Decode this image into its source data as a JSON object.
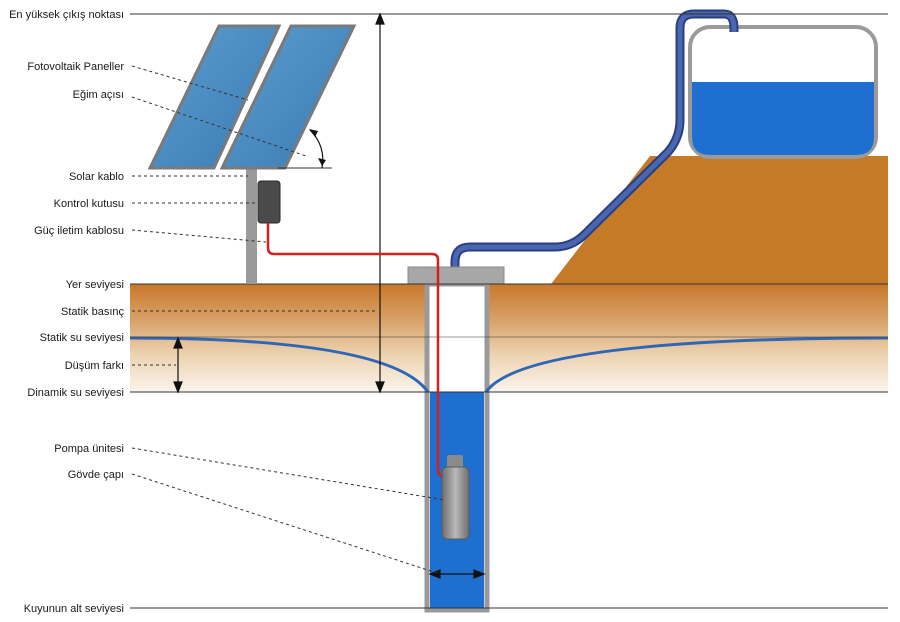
{
  "labels": {
    "highest_outlet": "En yüksek çıkış noktası",
    "pv_panels": "Fotovoltaik Paneller",
    "tilt_angle": "Eğim açısı",
    "solar_cable": "Solar kablo",
    "control_box": "Kontrol kutusu",
    "power_cable": "Güç iletim kablosu",
    "ground_level": "Yer seviyesi",
    "static_pressure": "Statik basınç",
    "static_water_level": "Statik su seviyesi",
    "drawdown": "Düşüm farkı",
    "dynamic_water_level": "Dinamik su seviyesi",
    "pump_unit": "Pompa ünitesi",
    "casing_diameter": "Gövde çapı",
    "well_bottom": "Kuyunun alt seviyesi"
  },
  "colors": {
    "soil": "#c8762a",
    "embankment": "#c47a26",
    "water": "#1e6fd0",
    "pipe": "#2f4a8a",
    "power_cable": "#d42020",
    "panel": "#4a8ec4",
    "frame": "#8c8c8c",
    "ground_line": "#333333"
  }
}
